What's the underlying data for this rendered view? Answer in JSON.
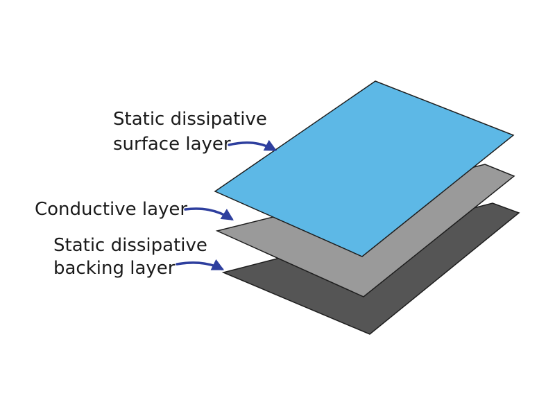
{
  "labels": {
    "surface_line1": "Static dissipative",
    "surface_line2": "surface layer",
    "conductive": "Conductive layer",
    "backing_line1": "Static dissipative",
    "backing_line2": "backing layer"
  },
  "colors": {
    "surface_layer": "#5db8e6",
    "conductive_layer": "#9a9a9a",
    "backing_layer": "#555555",
    "arrow": "#2e3f9e",
    "outline": "#1e1e1e",
    "text": "#1a1a1a"
  }
}
